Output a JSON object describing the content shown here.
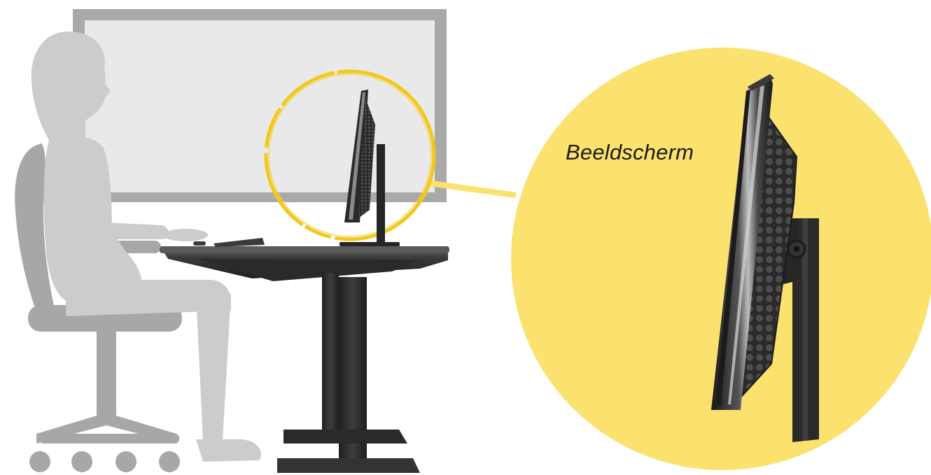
{
  "callout": {
    "label": "Beeldscherm"
  },
  "colors": {
    "highlight_yellow": "#fbe16e",
    "ring_yellow": "#f2c81a",
    "person_gray": "#cccccc",
    "chair_gray": "#a7a7a7",
    "furniture_dark": "#2e2e2e",
    "wall_board_frame": "#a9a9a9",
    "wall_board_fill": "#e9e9e9"
  },
  "icons": [
    "person-silhouette",
    "office-chair",
    "desk",
    "monitor",
    "keyboard"
  ]
}
